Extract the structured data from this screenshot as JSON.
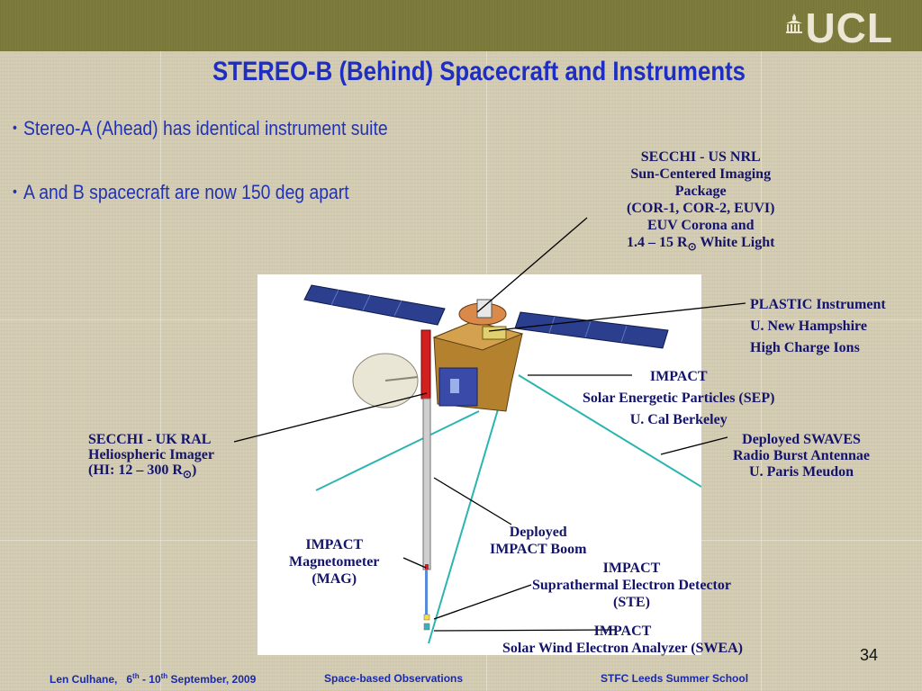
{
  "logo": {
    "text": "UCL"
  },
  "title": "STEREO-B (Behind) Spacecraft and Instruments",
  "bullets": [
    "Stereo-A (Ahead) has identical instrument suite",
    "A and B spacecraft are now 150 deg apart"
  ],
  "labels": {
    "secchi_us": [
      "SECCHI - US NRL",
      "Sun-Centered Imaging",
      "Package",
      "(COR-1, COR-2, EUVI)",
      "EUV Corona and",
      "1.4 – 15 R",
      " White Light"
    ],
    "plastic": [
      "PLASTIC Instrument",
      "U. New Hampshire",
      "High Charge Ions"
    ],
    "impact_sep": [
      "IMPACT",
      "Solar Energetic Particles (SEP)",
      "U. Cal Berkeley"
    ],
    "swaves": [
      "Deployed SWAVES",
      "Radio Burst Antennae",
      "U. Paris Meudon"
    ],
    "secchi_uk": [
      "SECCHI - UK RAL",
      "Heliospheric Imager",
      "(HI: 12 – 300 R",
      ")"
    ],
    "boom": [
      "Deployed",
      "IMPACT Boom"
    ],
    "mag": [
      "IMPACT",
      "Magnetometer",
      "(MAG)"
    ],
    "ste": [
      "IMPACT",
      "Suprathermal Electron Detector",
      "(STE)"
    ],
    "swea": [
      "IMPACT",
      "Solar Wind Electron Analyzer (SWEA)"
    ],
    "sun_symbol": "⊙"
  },
  "page_number": "34",
  "footer": {
    "author": "Len Culhane,",
    "date_a": "6",
    "date_a_sup": "th",
    "date_mid": " -  10",
    "date_b_sup": "th",
    "date_end": "  September, 2009",
    "topic": "Space-based Observations",
    "school": "STFC  Leeds Summer School"
  },
  "colors": {
    "topbar": "#7e7c3c",
    "title": "#1f2ec2",
    "label": "#14146a",
    "antenna": "#2bb5b0"
  }
}
